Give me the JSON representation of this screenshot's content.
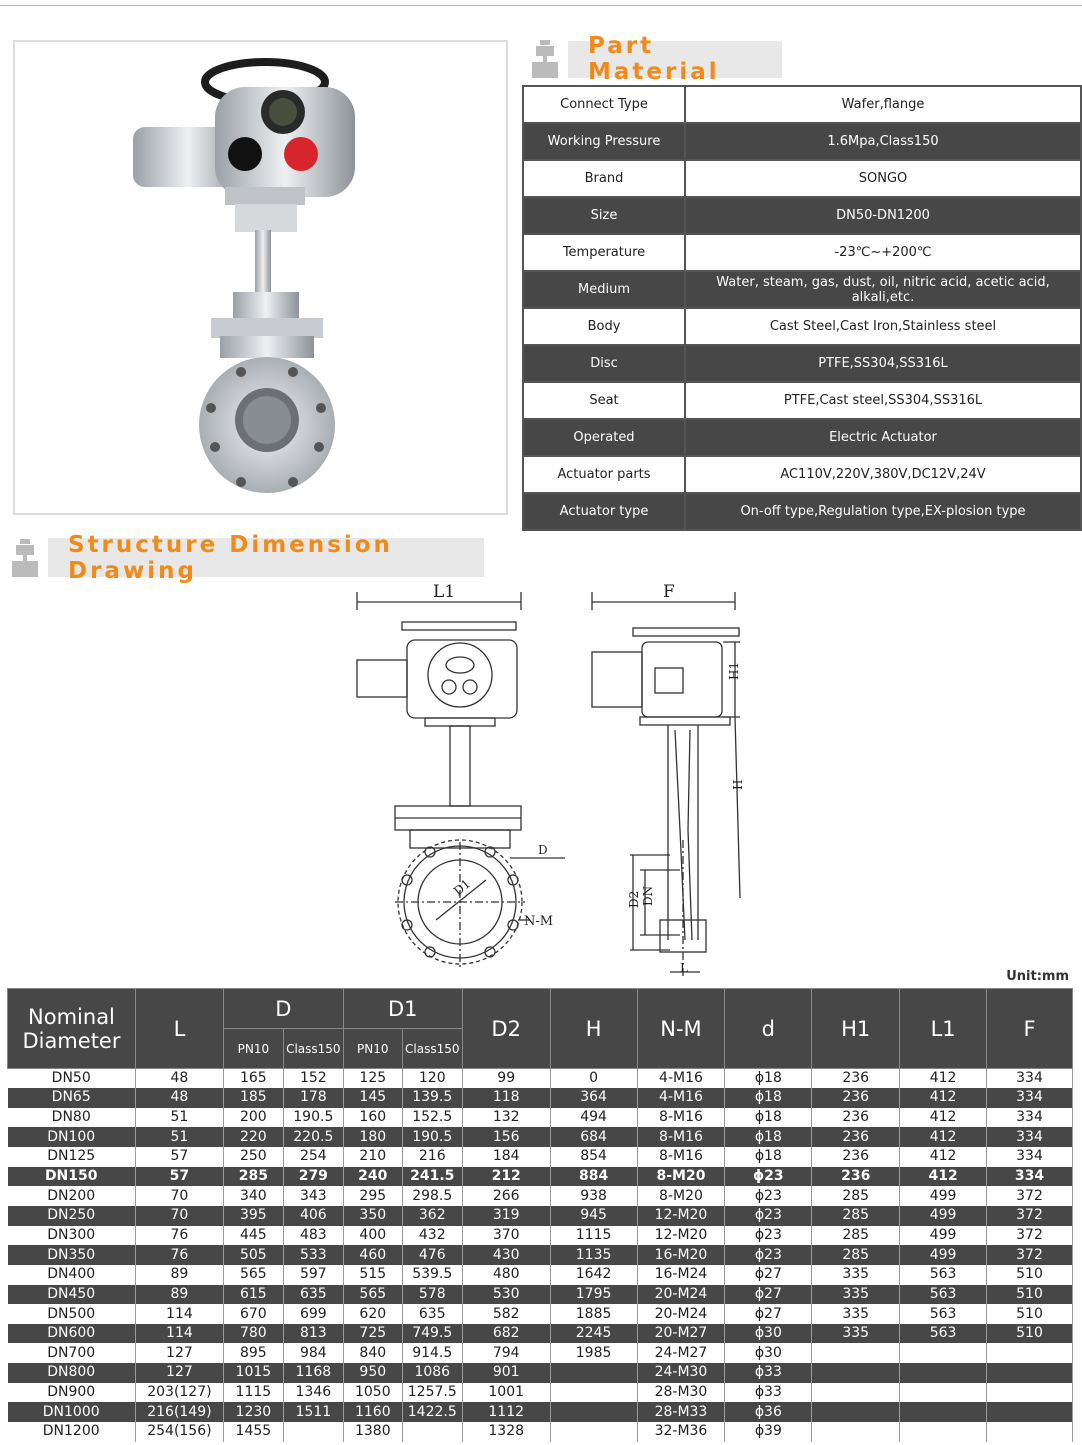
{
  "section_headers": {
    "part_material": "Part Material",
    "structure_drawing": "Structure Dimension Drawing"
  },
  "material": [
    {
      "key": "Connect Type",
      "value": "Wafer,flange"
    },
    {
      "key": "Working Pressure",
      "value": "1.6Mpa,Class150"
    },
    {
      "key": "Brand",
      "value": "SONGO"
    },
    {
      "key": "Size",
      "value": "DN50-DN1200"
    },
    {
      "key": "Temperature",
      "value": "-23℃~+200℃"
    },
    {
      "key": "Medium",
      "value": "Water, steam, gas, dust, oil, nitric acid, acetic acid, alkali,etc."
    },
    {
      "key": "Body",
      "value": "Cast Steel,Cast Iron,Stainless steel"
    },
    {
      "key": "Disc",
      "value": "PTFE,SS304,SS316L"
    },
    {
      "key": "Seat",
      "value": "PTFE,Cast steel,SS304,SS316L"
    },
    {
      "key": "Operated",
      "value": "Electric Actuator"
    },
    {
      "key": "Actuator parts",
      "value": "AC110V,220V,380V,DC12V,24V"
    },
    {
      "key": "Actuator type",
      "value": "On-off type,Regulation type,EX-plosion type"
    }
  ],
  "drawing_labels": {
    "l1": "L1",
    "f": "F",
    "h1": "H1",
    "h": "H",
    "d": "D",
    "d1": "D1",
    "nm": "N-M",
    "d2": "D2",
    "dn": "DN",
    "l": "L"
  },
  "unit": "Unit:mm",
  "dim_headers": {
    "nominal": "Nominal Diameter",
    "l": "L",
    "d": "D",
    "d1": "D1",
    "pn10": "PN10",
    "class150": "Class150",
    "d2": "D2",
    "h": "H",
    "nm": "N-M",
    "dd": "d",
    "h1": "H1",
    "l1": "L1",
    "f": "F"
  },
  "dim_rows": [
    [
      "DN50",
      "48",
      "165",
      "152",
      "125",
      "120",
      "99",
      "0",
      "4-M16",
      "ϕ18",
      "236",
      "412",
      "334"
    ],
    [
      "DN65",
      "48",
      "185",
      "178",
      "145",
      "139.5",
      "118",
      "364",
      "4-M16",
      "ϕ18",
      "236",
      "412",
      "334"
    ],
    [
      "DN80",
      "51",
      "200",
      "190.5",
      "160",
      "152.5",
      "132",
      "494",
      "8-M16",
      "ϕ18",
      "236",
      "412",
      "334"
    ],
    [
      "DN100",
      "51",
      "220",
      "220.5",
      "180",
      "190.5",
      "156",
      "684",
      "8-M16",
      "ϕ18",
      "236",
      "412",
      "334"
    ],
    [
      "DN125",
      "57",
      "250",
      "254",
      "210",
      "216",
      "184",
      "854",
      "8-M16",
      "ϕ18",
      "236",
      "412",
      "334"
    ],
    [
      "DN150",
      "57",
      "285",
      "279",
      "240",
      "241.5",
      "212",
      "884",
      "8-M20",
      "ϕ23",
      "236",
      "412",
      "334"
    ],
    [
      "DN200",
      "70",
      "340",
      "343",
      "295",
      "298.5",
      "266",
      "938",
      "8-M20",
      "ϕ23",
      "285",
      "499",
      "372"
    ],
    [
      "DN250",
      "70",
      "395",
      "406",
      "350",
      "362",
      "319",
      "945",
      "12-M20",
      "ϕ23",
      "285",
      "499",
      "372"
    ],
    [
      "DN300",
      "76",
      "445",
      "483",
      "400",
      "432",
      "370",
      "1115",
      "12-M20",
      "ϕ23",
      "285",
      "499",
      "372"
    ],
    [
      "DN350",
      "76",
      "505",
      "533",
      "460",
      "476",
      "430",
      "1135",
      "16-M20",
      "ϕ23",
      "285",
      "499",
      "372"
    ],
    [
      "DN400",
      "89",
      "565",
      "597",
      "515",
      "539.5",
      "480",
      "1642",
      "16-M24",
      "ϕ27",
      "335",
      "563",
      "510"
    ],
    [
      "DN450",
      "89",
      "615",
      "635",
      "565",
      "578",
      "530",
      "1795",
      "20-M24",
      "ϕ27",
      "335",
      "563",
      "510"
    ],
    [
      "DN500",
      "114",
      "670",
      "699",
      "620",
      "635",
      "582",
      "1885",
      "20-M24",
      "ϕ27",
      "335",
      "563",
      "510"
    ],
    [
      "DN600",
      "114",
      "780",
      "813",
      "725",
      "749.5",
      "682",
      "2245",
      "20-M27",
      "ϕ30",
      "335",
      "563",
      "510"
    ],
    [
      "DN700",
      "127",
      "895",
      "984",
      "840",
      "914.5",
      "794",
      "1985",
      "24-M27",
      "ϕ30",
      "",
      "",
      ""
    ],
    [
      "DN800",
      "127",
      "1015",
      "1168",
      "950",
      "1086",
      "901",
      "",
      "24-M30",
      "ϕ33",
      "",
      "",
      ""
    ],
    [
      "DN900",
      "203(127)",
      "1115",
      "1346",
      "1050",
      "1257.5",
      "1001",
      "",
      "28-M30",
      "ϕ33",
      "",
      "",
      ""
    ],
    [
      "DN1000",
      "216(149)",
      "1230",
      "1511",
      "1160",
      "1422.5",
      "1112",
      "",
      "28-M33",
      "ϕ36",
      "",
      "",
      ""
    ],
    [
      "DN1200",
      "254(156)",
      "1455",
      "",
      "1380",
      "",
      "1328",
      "",
      "32-M36",
      "ϕ39",
      "",
      "",
      ""
    ]
  ]
}
